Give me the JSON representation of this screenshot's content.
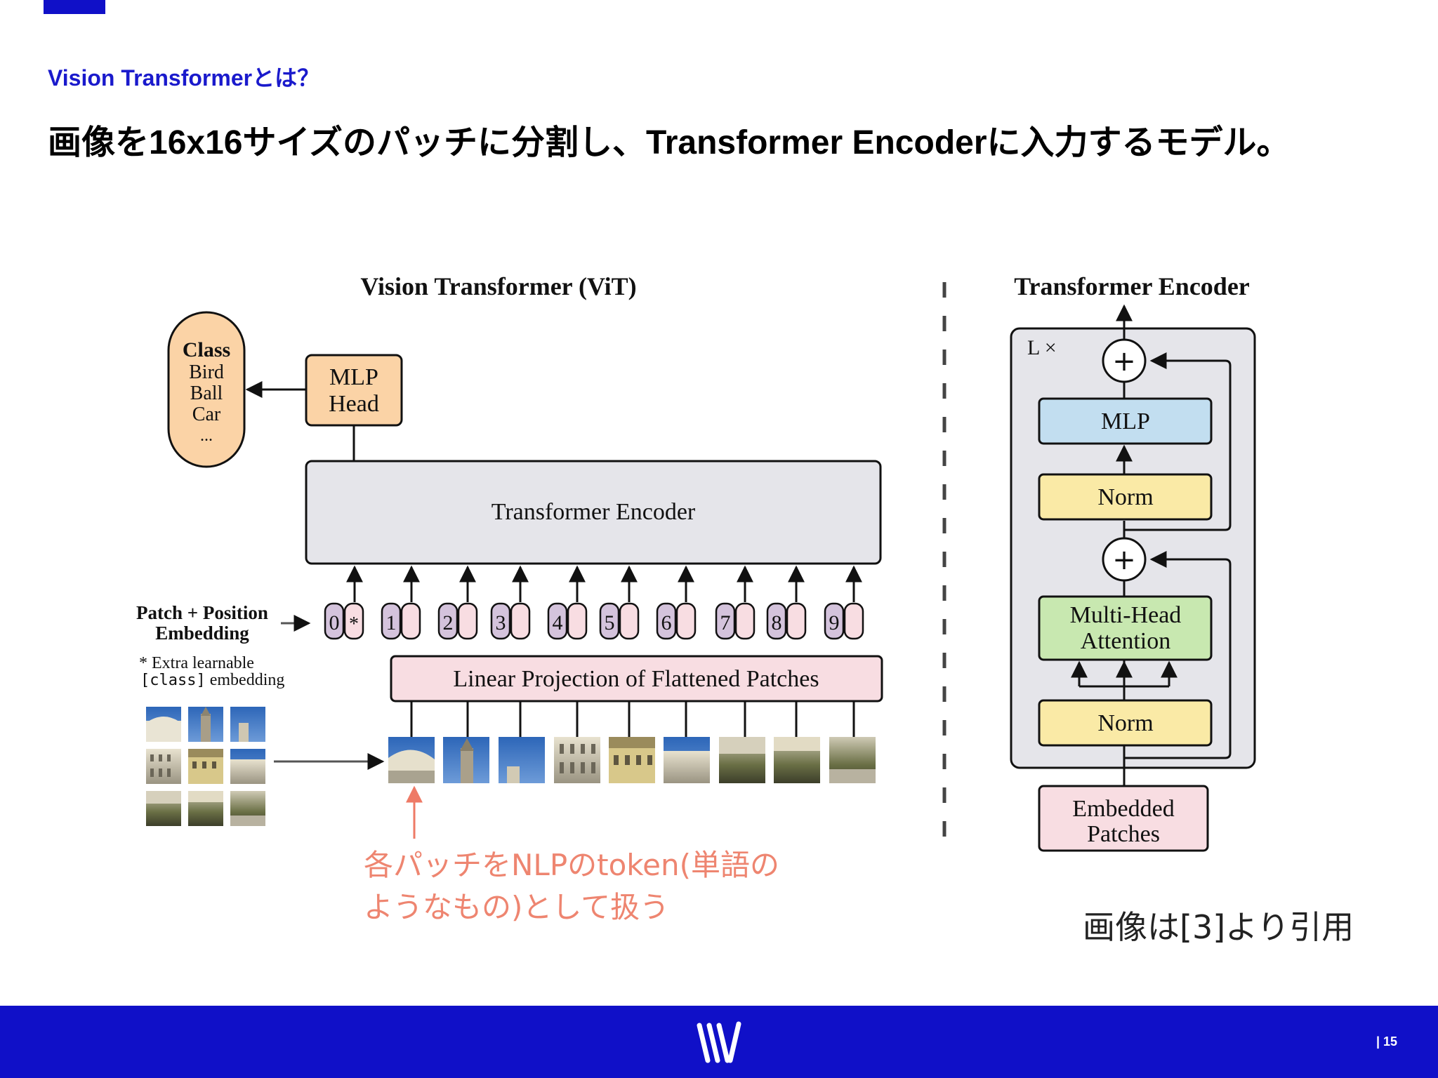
{
  "header": {
    "section_title": "Vision Transformerとは？",
    "headline": "画像を16x16サイズのパッチに分割し、Transformer Encoderに入力するモデル。"
  },
  "diagram": {
    "vit_title": "Vision Transformer (ViT)",
    "class_box": {
      "title": "Class",
      "items": [
        "Bird",
        "Ball",
        "Car",
        "..."
      ]
    },
    "mlp_head": [
      "MLP",
      "Head"
    ],
    "encoder_label": "Transformer Encoder",
    "patch_pos_label": [
      "Patch + Position",
      "Embedding"
    ],
    "extra_note": [
      "* Extra learnable",
      "[class]",
      " embedding"
    ],
    "tokens": [
      "0",
      "1",
      "2",
      "3",
      "4",
      "5",
      "6",
      "7",
      "8",
      "9"
    ],
    "star": "*",
    "linear_projection": "Linear Projection of Flattened Patches",
    "encoder_detail": {
      "title": "Transformer Encoder",
      "repeat": "L ×",
      "plus": "+",
      "mlp": "MLP",
      "norm_top": "Norm",
      "mha": [
        "Multi-Head",
        "Attention"
      ],
      "norm_bottom": "Norm",
      "embedded": [
        "Embedded",
        "Patches"
      ]
    },
    "colors": {
      "class_fill": "#fbd3a6",
      "mlp_head_fill": "#fbd3a6",
      "encoder_fill": "#e5e5ea",
      "token_purple": "#d4c3dc",
      "token_pink": "#f8dde2",
      "linear_fill": "#f8dde2",
      "mlp_fill": "#c2def0",
      "norm_fill": "#faeaa6",
      "mha_fill": "#c8e8b0",
      "embedded_fill": "#f8dde2"
    }
  },
  "annotation": {
    "line1": "各パッチをNLPのtoken(単語の",
    "line2": "ようなもの)として扱う"
  },
  "citation": "画像は[3]より引用",
  "footer": {
    "page_number": "| 15"
  }
}
